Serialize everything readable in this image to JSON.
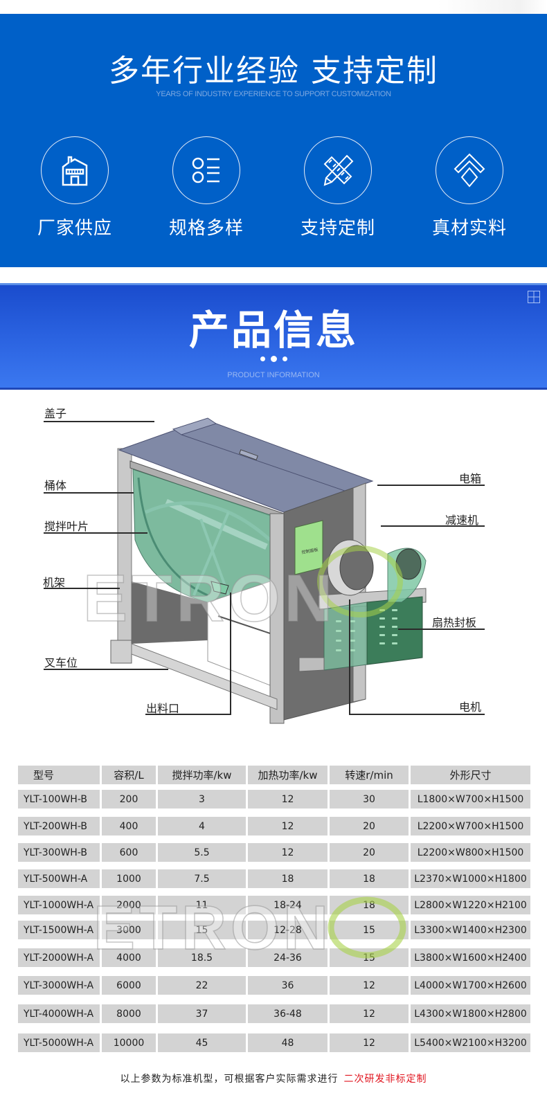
{
  "banner": {
    "title": "多年行业经验  支持定制",
    "subtitle": "YEARS OF INDUSTRY EXPERIENCE TO SUPPORT CUSTOMIZATION",
    "features": [
      {
        "label": "厂家供应",
        "icon": "factory-icon"
      },
      {
        "label": "规格多样",
        "icon": "list-icon"
      },
      {
        "label": "支持定制",
        "icon": "ruler-pencil-icon"
      },
      {
        "label": "真材实料",
        "icon": "diamond-layers-icon"
      }
    ],
    "bg_color": "#0060c8"
  },
  "section": {
    "title": "产品信息",
    "subtitle": "PRODUCT INFORMATION",
    "bg_color": "#2a62e0"
  },
  "diagram": {
    "watermark": "ETRON",
    "box_label": "控制面板",
    "callouts_left": [
      "盖子",
      "桶体",
      "搅拌叶片",
      "机架",
      "叉车位",
      "出料口"
    ],
    "callouts_right": [
      "电箱",
      "减速机",
      "扇热封板",
      "电机"
    ]
  },
  "spec_table": {
    "headers": [
      "型号",
      "容积/L",
      "搅拌功率/kw",
      "加热功率/kw",
      "转速r/min",
      "外形尺寸"
    ],
    "rows": [
      [
        "YLT-100WH-B",
        "200",
        "3",
        "12",
        "30",
        "L1800×W700×H1500"
      ],
      [
        "YLT-200WH-B",
        "400",
        "4",
        "12",
        "20",
        "L2200×W700×H1500"
      ],
      [
        "YLT-300WH-B",
        "600",
        "5.5",
        "12",
        "20",
        "L2200×W800×H1500"
      ],
      [
        "YLT-500WH-A",
        "1000",
        "7.5",
        "18",
        "18",
        "L2370×W1000×H1800"
      ],
      [
        "YLT-1000WH-A",
        "2000",
        "11",
        "18-24",
        "18",
        "L2800×W1220×H2100"
      ],
      [
        "YLT-1500WH-A",
        "3000",
        "15",
        "12-28",
        "15",
        "L3300×W1400×H2300"
      ],
      [
        "YLT-2000WH-A",
        "4000",
        "18.5",
        "24-36",
        "15",
        "L3800×W1600×H2400"
      ],
      [
        "YLT-3000WH-A",
        "6000",
        "22",
        "36",
        "12",
        "L4000×W1700×H2600"
      ],
      [
        "YLT-4000WH-A",
        "8000",
        "37",
        "36-48",
        "12",
        "L4300×W1800×H2800"
      ],
      [
        "YLT-5000WH-A",
        "10000",
        "45",
        "48",
        "12",
        "L5400×W2100×H3200"
      ]
    ]
  },
  "footnote": {
    "text": "以上参数为标准机型，可根据客户实际需求进行",
    "highlight": "二次研发非标定制",
    "highlight_color": "#e0141e"
  }
}
